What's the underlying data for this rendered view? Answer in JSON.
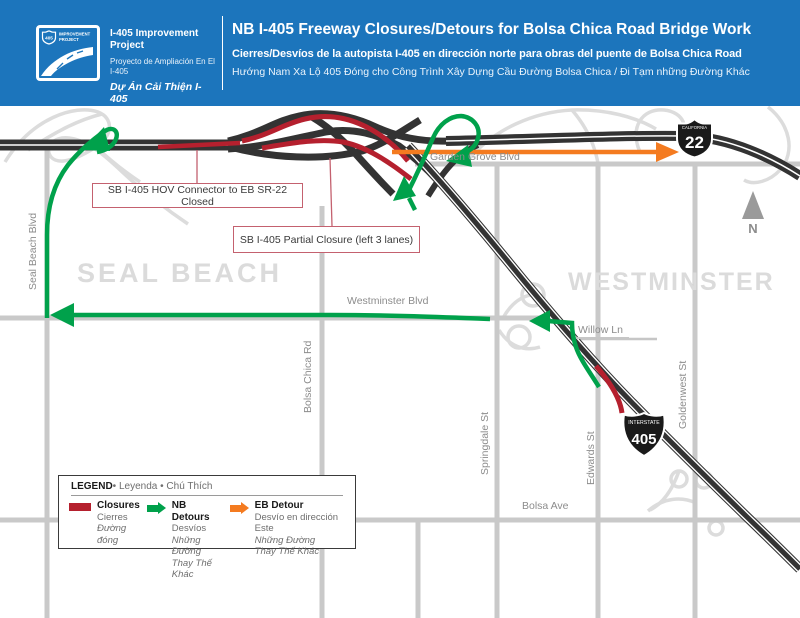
{
  "header": {
    "program": {
      "shield_number": "405",
      "shield_caption_1": "IMPROVEMENT",
      "shield_caption_2": "PROJECT",
      "name_en": "I-405 Improvement Project",
      "name_es": "Proyecto de Ampliación En El I-405",
      "name_vi": "Dự Án Cải Thiện I-405"
    },
    "title_en": "NB I-405 Freeway Closures/Detours for Bolsa Chica Road Bridge Work",
    "title_es": "Cierres/Desvíos de la autopista I-405 en dirección norte para obras del puente de Bolsa Chica Road",
    "title_vi": "Hướng Nam Xa Lộ 405 Đóng cho Công Trình Xây Dựng Cầu Đường Bolsa Chica / Đi Tạm những Đường Khác"
  },
  "map": {
    "cities": {
      "seal_beach": "SEAL BEACH",
      "westminster": "WESTMINSTER"
    },
    "streets": {
      "seal_beach_blvd": "Seal Beach Blvd",
      "garden_grove_blvd": "Garden Grove Blvd",
      "westminster_blvd": "Westminster Blvd",
      "willow_ln": "Willow Ln",
      "bolsa_chica_rd": "Bolsa Chica Rd",
      "springdale_st": "Springdale St",
      "edwards_st": "Edwards St",
      "goldenwest_st": "Goldenwest St",
      "bolsa_ave": "Bolsa Ave"
    },
    "shields": {
      "sr22": {
        "top": "CALIFORNIA",
        "number": "22"
      },
      "i405": {
        "top": "INTERSTATE",
        "number": "405"
      }
    },
    "compass_label": "N",
    "callouts": [
      {
        "text": "SB I-405 HOV Connector to EB SR-22 Closed"
      },
      {
        "text": "SB I-405 Partial Closure (left 3 lanes)"
      }
    ]
  },
  "legend": {
    "title": "LEGEND",
    "sep": "•",
    "title_es": "Leyenda",
    "title_vi": "Chú Thích",
    "items": [
      {
        "title": "Closures",
        "line2": "Cierres",
        "line3": "Đường đóng",
        "line4": ""
      },
      {
        "title": "NB Detours",
        "line2": "Desvíos",
        "line3": "Những Đường",
        "line4": "Thay Thế Khác"
      },
      {
        "title": "EB Detour",
        "line2": "Desvío en dirección Este",
        "line3": "Những Đường",
        "line4": "Thay Thế Khác"
      }
    ]
  },
  "colors": {
    "header_blue": "#1C75BC",
    "closure_red": "#B5202E",
    "detour_green": "#00A14B",
    "detour_orange": "#F47B20",
    "freeway_dark": "#333333",
    "road_gray": "#C9C9C9"
  }
}
